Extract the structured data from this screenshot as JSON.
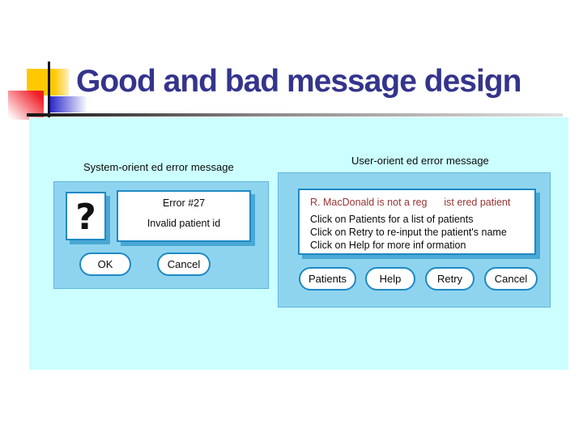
{
  "slide": {
    "title": "Good and bad message design"
  },
  "colors": {
    "title_text": "#34348C",
    "panel_background": "#CCFFFF",
    "dialog_fill": "#8FD4EF",
    "box_border": "#1F89C4",
    "box_shadow": "#49A8D4",
    "error_line_text": "#993333",
    "accent_yellow": "#FFC800",
    "accent_red": "#F01E28",
    "accent_blue": "#2A2ACC"
  },
  "left_dialog": {
    "caption": "System-orient ed error message",
    "icon_glyph": "?",
    "message_title": "Error #27",
    "message_body": "Invalid patient id",
    "buttons": [
      "OK",
      "Cancel"
    ]
  },
  "right_dialog": {
    "caption": "User-orient ed error message",
    "message_line1": "R. MacDonald is not a reg      ist ered patient",
    "message_line2": "Click on Patients for a list of patients",
    "message_line3": "Click on Retry to re-input the patient's name",
    "message_line4": "Click on Help for more inf ormation",
    "buttons": [
      "Patients",
      "Help",
      "Retry",
      "Cancel"
    ]
  }
}
